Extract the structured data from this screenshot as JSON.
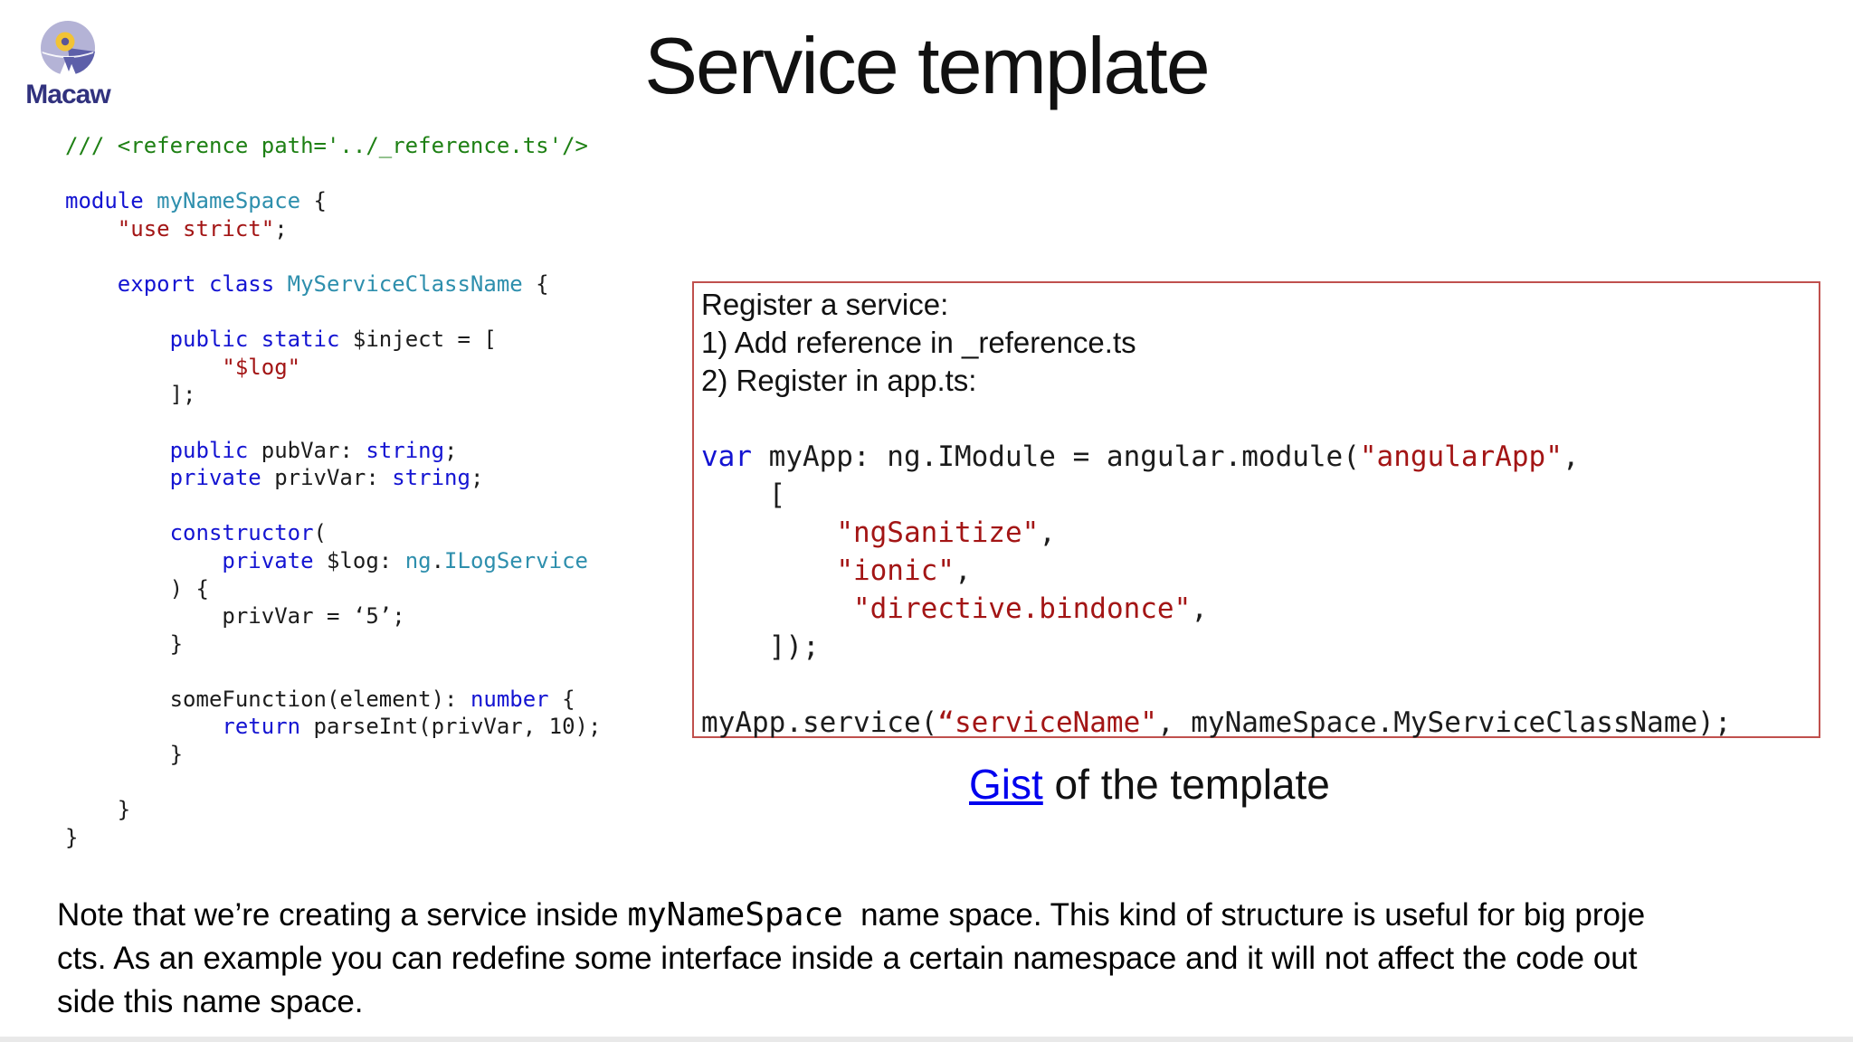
{
  "logo": {
    "brand": "Macaw",
    "colors": {
      "circle": "#b4b3d6",
      "wing": "#5d5fa9",
      "eye_ring": "#f2c335",
      "eye_dot": "#5a5696",
      "brand_text": "#31327e"
    }
  },
  "title": "Service template",
  "code_panel": {
    "lines": [
      [
        [
          "c",
          "/// <reference path='../_reference.ts'/>"
        ]
      ],
      [],
      [
        [
          "k",
          "module "
        ],
        [
          "t",
          "myNameSpace"
        ],
        [
          "p",
          " {"
        ]
      ],
      [
        [
          "p",
          "    "
        ],
        [
          "s",
          "\"use strict\""
        ],
        [
          "p",
          ";"
        ]
      ],
      [],
      [
        [
          "p",
          "    "
        ],
        [
          "k",
          "export class "
        ],
        [
          "t",
          "MyServiceClassName"
        ],
        [
          "p",
          " {"
        ]
      ],
      [],
      [
        [
          "p",
          "        "
        ],
        [
          "k",
          "public static "
        ],
        [
          "p",
          "$inject = ["
        ]
      ],
      [
        [
          "p",
          "            "
        ],
        [
          "s",
          "\"$log\""
        ]
      ],
      [
        [
          "p",
          "        ];"
        ]
      ],
      [],
      [
        [
          "p",
          "        "
        ],
        [
          "k",
          "public "
        ],
        [
          "p",
          "pubVar: "
        ],
        [
          "k",
          "string"
        ],
        [
          "p",
          ";"
        ]
      ],
      [
        [
          "p",
          "        "
        ],
        [
          "k",
          "private "
        ],
        [
          "p",
          "privVar: "
        ],
        [
          "k",
          "string"
        ],
        [
          "p",
          ";"
        ]
      ],
      [],
      [
        [
          "p",
          "        "
        ],
        [
          "k",
          "constructor"
        ],
        [
          "p",
          "("
        ]
      ],
      [
        [
          "p",
          "            "
        ],
        [
          "k",
          "private "
        ],
        [
          "p",
          "$log: "
        ],
        [
          "t",
          "ng"
        ],
        [
          "p",
          "."
        ],
        [
          "t",
          "ILogService"
        ]
      ],
      [
        [
          "p",
          "        ) {"
        ]
      ],
      [
        [
          "p",
          "            privVar = ‘5’;"
        ]
      ],
      [
        [
          "p",
          "        }"
        ]
      ],
      [],
      [
        [
          "p",
          "        someFunction(element): "
        ],
        [
          "k",
          "number"
        ],
        [
          "p",
          " {"
        ]
      ],
      [
        [
          "p",
          "            "
        ],
        [
          "k",
          "return "
        ],
        [
          "p",
          "parseInt(privVar, 10);"
        ]
      ],
      [
        [
          "p",
          "        }"
        ]
      ],
      [],
      [
        [
          "p",
          "    }"
        ]
      ],
      [
        [
          "p",
          "}"
        ]
      ]
    ]
  },
  "info_box": {
    "border_color": "#c0504d",
    "lines": [
      [
        [
          "i",
          "Register a service:"
        ]
      ],
      [
        [
          "i",
          "1) Add reference in _reference.ts"
        ]
      ],
      [
        [
          "i",
          "2) Register in app.ts:"
        ]
      ],
      [],
      [
        [
          "k",
          "var "
        ],
        [
          "p",
          "myApp: ng.IModule = angular.module("
        ],
        [
          "s",
          "\"angularApp\""
        ],
        [
          "p",
          ","
        ]
      ],
      [
        [
          "p",
          "    ["
        ]
      ],
      [
        [
          "p",
          "        "
        ],
        [
          "s",
          "\"ngSanitize\""
        ],
        [
          "p",
          ","
        ]
      ],
      [
        [
          "p",
          "        "
        ],
        [
          "s",
          "\"ionic\""
        ],
        [
          "p",
          ","
        ]
      ],
      [
        [
          "p",
          "         "
        ],
        [
          "s",
          "\"directive.bindonce\""
        ],
        [
          "p",
          ","
        ]
      ],
      [
        [
          "p",
          "    ]);"
        ]
      ],
      [],
      [
        [
          "p",
          "myApp.service("
        ],
        [
          "s",
          "“serviceName\""
        ],
        [
          "p",
          ", myNameSpace.MyServiceClassName);"
        ]
      ]
    ]
  },
  "gist_line": {
    "link_text": "Gist",
    "rest_text": " of the template",
    "link_color": "#0000ee"
  },
  "note": {
    "line1_pre": "Note that we’re creating a service inside ",
    "line1_mono": "myNameSpace",
    "line1_post": "  name space. This kind of structure is useful for big proje",
    "line2": "cts. As an example you can redefine some interface inside a certain namespace and it will not affect the code out",
    "line3": "side this name space."
  }
}
